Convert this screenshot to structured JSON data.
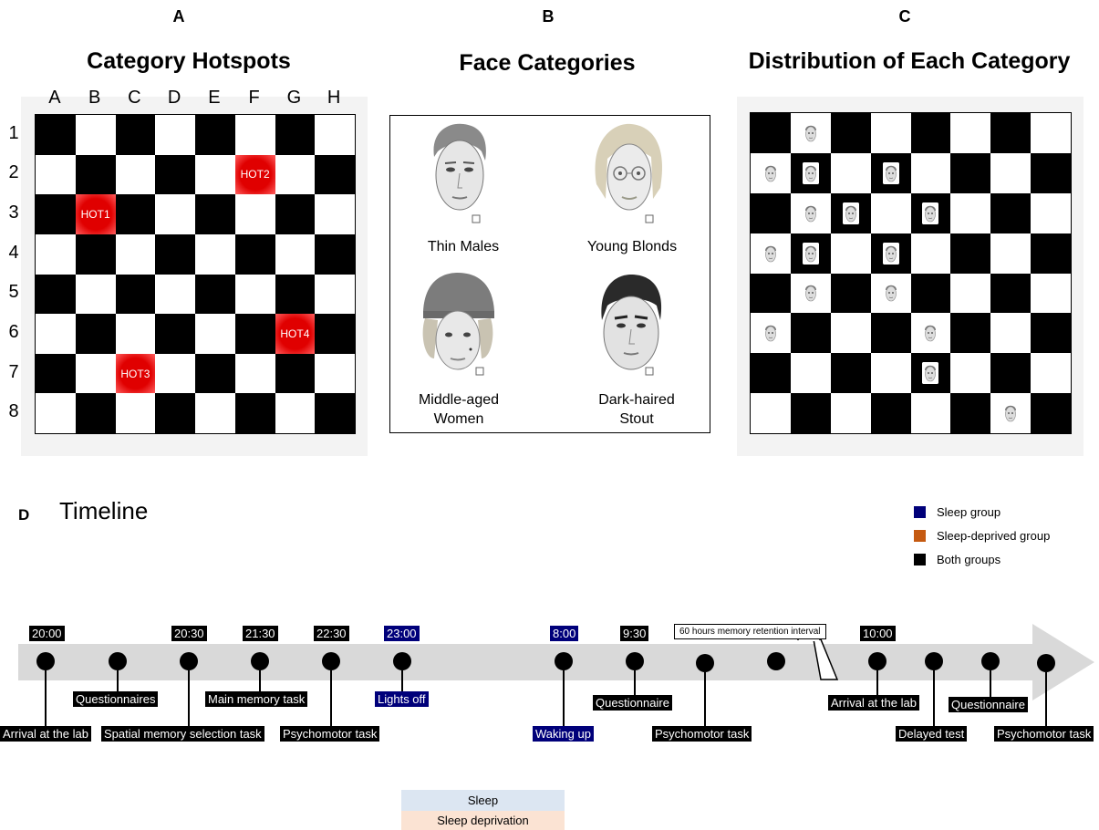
{
  "panel_a": {
    "letter": "A",
    "title": "Category Hotspots",
    "columns": [
      "A",
      "B",
      "C",
      "D",
      "E",
      "F",
      "G",
      "H"
    ],
    "rows": [
      "1",
      "2",
      "3",
      "4",
      "5",
      "6",
      "7",
      "8"
    ],
    "hotspots": [
      {
        "label": "HOT1",
        "col": 1,
        "row": 2
      },
      {
        "label": "HOT2",
        "col": 5,
        "row": 1
      },
      {
        "label": "HOT3",
        "col": 2,
        "row": 6
      },
      {
        "label": "HOT4",
        "col": 6,
        "row": 5
      }
    ]
  },
  "panel_b": {
    "letter": "B",
    "title": "Face Categories",
    "categories": [
      "Thin Males",
      "Young Blonds",
      "Middle-aged\nWomen",
      "Dark-haired\nStout"
    ]
  },
  "panel_c": {
    "letter": "C",
    "title": "Distribution of Each Category",
    "faces": [
      {
        "col": 1,
        "row": 0
      },
      {
        "col": 0,
        "row": 1
      },
      {
        "col": 1,
        "row": 1
      },
      {
        "col": 3,
        "row": 1
      },
      {
        "col": 1,
        "row": 2
      },
      {
        "col": 2,
        "row": 2
      },
      {
        "col": 4,
        "row": 2
      },
      {
        "col": 0,
        "row": 3
      },
      {
        "col": 1,
        "row": 3
      },
      {
        "col": 3,
        "row": 3
      },
      {
        "col": 1,
        "row": 4
      },
      {
        "col": 3,
        "row": 4
      },
      {
        "col": 0,
        "row": 5
      },
      {
        "col": 4,
        "row": 5
      },
      {
        "col": 4,
        "row": 6
      },
      {
        "col": 6,
        "row": 7
      }
    ]
  },
  "panel_d": {
    "letter": "D",
    "title": "Timeline",
    "legend": [
      {
        "label": "Sleep group",
        "color": "#00007a"
      },
      {
        "label": "Sleep-deprived group",
        "color": "#c55a11"
      },
      {
        "label": "Both groups",
        "color": "#000000"
      }
    ],
    "times": [
      "20:00",
      "20:30",
      "21:30",
      "22:30",
      "23:00",
      "8:00",
      "9:30",
      "10:00"
    ],
    "events": {
      "arrival1": "Arrival at the lab",
      "questionnaires": "Questionnaires",
      "spatial": "Spatial memory selection task",
      "main_memory": "Main memory task",
      "psychomotor1": "Psychomotor task",
      "lights_off": "Lights off",
      "waking_up": "Waking up",
      "questionnaire2": "Questionnaire",
      "psychomotor2": "Psychomotor task",
      "arrival2": "Arrival at the lab",
      "delayed": "Delayed test",
      "questionnaire3": "Questionnaire",
      "psychomotor3": "Psychomotor task"
    },
    "retention": "60 hours memory retention interval",
    "bar_sleep": "Sleep",
    "bar_deprivation": "Sleep deprivation",
    "colors": {
      "sleep": "#00007a",
      "both": "#000000",
      "arrow": "#d9d9d9"
    }
  }
}
